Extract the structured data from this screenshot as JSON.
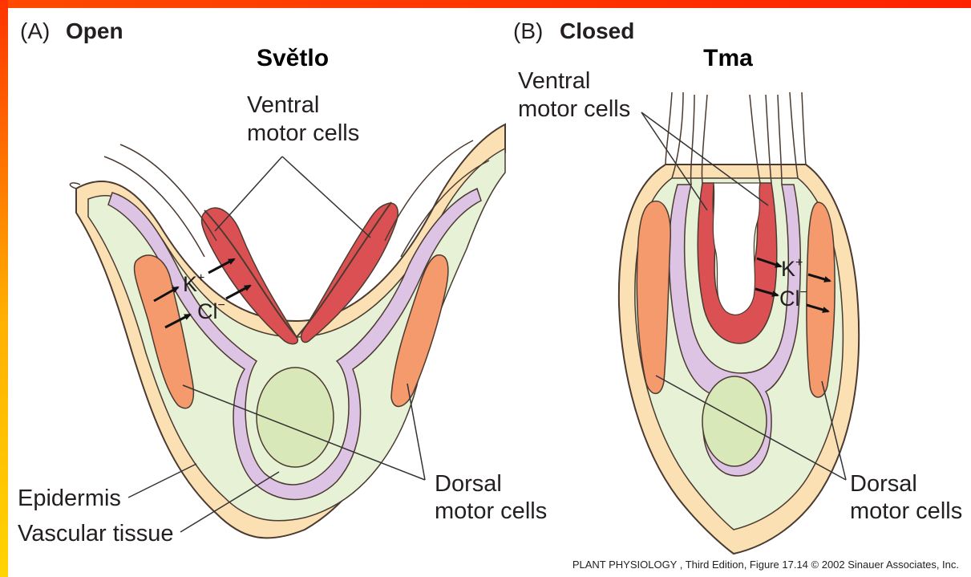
{
  "panel_a": {
    "letter": "(A)",
    "title": "Open",
    "condition": "Světlo"
  },
  "panel_b": {
    "letter": "(B)",
    "title": "Closed",
    "condition": "Tma"
  },
  "labels": {
    "ventral_line1": "Ventral",
    "ventral_line2": "motor cells",
    "dorsal_line1": "Dorsal",
    "dorsal_line2": "motor cells",
    "epidermis": "Epidermis",
    "vascular": "Vascular tissue",
    "k_ion": "K",
    "cl_ion": "Cl",
    "plus": "+",
    "minus": "−"
  },
  "credit": "PLANT PHYSIOLOGY , Third Edition, Figure 17.14  © 2002 Sinauer Associates, Inc.",
  "colors": {
    "epidermis": "#fbe0b4",
    "green_tissue": "#e6f1d6",
    "vascular_ring": "#ddc4e4",
    "vascular_core": "#d8e8b8",
    "ventral_cells": "#db5153",
    "dorsal_cells": "#f49a6c",
    "outline": "#3a2a22"
  }
}
